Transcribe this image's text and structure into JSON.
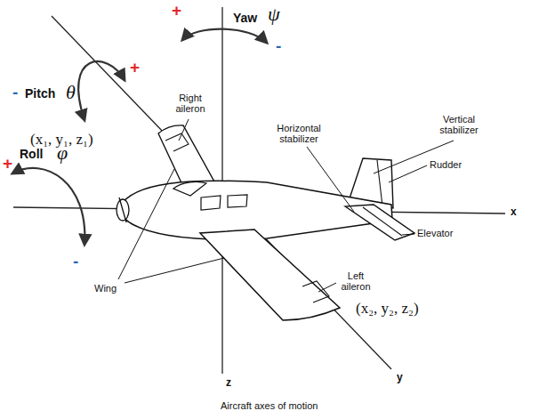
{
  "diagram": {
    "caption": "Aircraft axes of motion",
    "labels": [
      "+",
      "Yaw",
      "ψ",
      "-",
      "+",
      "-",
      "Pitch",
      "θ",
      "Right aileron",
      "(x₁, y₁, z₁)",
      "Vertical stabilizer",
      "Horizontal stabilizer",
      "+",
      "Roll",
      "φ",
      "Rudder",
      "x",
      "Elevator",
      "-",
      "Wing",
      "Left aileron",
      "(x₂, y₂, z₂)",
      "z",
      "y"
    ]
  }
}
